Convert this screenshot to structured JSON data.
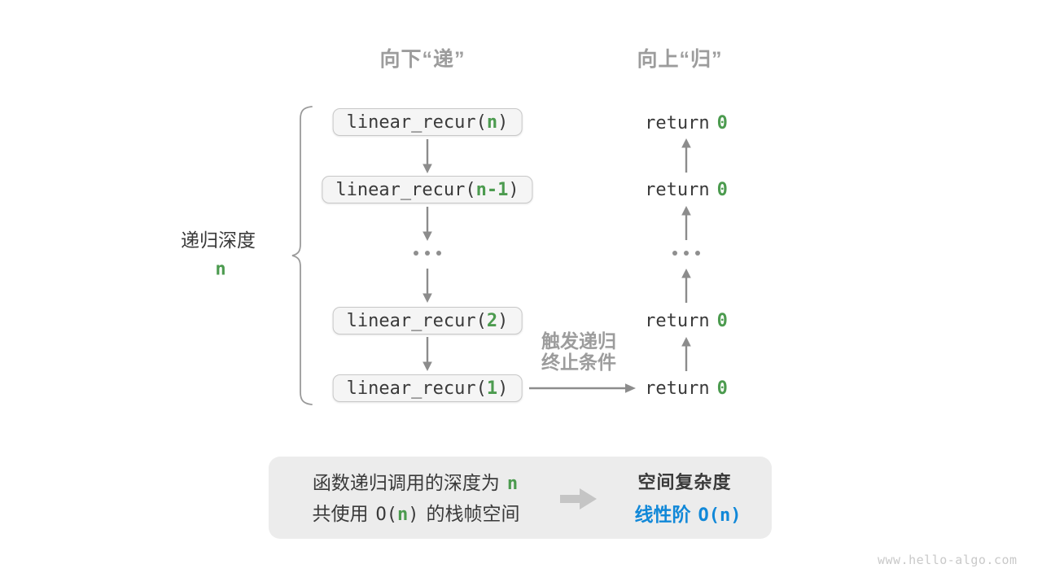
{
  "headers": {
    "down": "向下“递”",
    "up": "向上“归”"
  },
  "depth_brace": {
    "label": "递归深度",
    "value": "n"
  },
  "stack": {
    "boxes": [
      {
        "pre": "linear_recur(",
        "arg": "n",
        "post": ")"
      },
      {
        "pre": "linear_recur(",
        "arg": "n-1",
        "post": ")"
      },
      {
        "pre": "linear_recur(",
        "arg": "2",
        "post": ")"
      },
      {
        "pre": "linear_recur(",
        "arg": "1",
        "post": ")"
      }
    ]
  },
  "returns": {
    "items": [
      {
        "pre": "return",
        "val": "0"
      },
      {
        "pre": "return",
        "val": "0"
      },
      {
        "pre": "return",
        "val": "0"
      },
      {
        "pre": "return",
        "val": "0"
      }
    ]
  },
  "base_case": {
    "line1": "触发递归",
    "line2": "终止条件"
  },
  "summary": {
    "line1_pre": "函数递归调用的深度为",
    "line1_val": "n",
    "line2_pre": "共使用",
    "line2_o_open": "O(",
    "line2_val": "n",
    "line2_o_close": ")",
    "line2_post": "的栈帧空间",
    "title": "空间复杂度",
    "result_pre": "线性阶",
    "result_o_open": "O(",
    "result_val": "n",
    "result_o_close": ")"
  },
  "watermark": "www.hello-algo.com",
  "colors": {
    "green": "#4c9b4f",
    "blue": "#1188d8",
    "gray_text": "#9c9c9c",
    "dark_text": "#3a3a3a",
    "arrow": "#8c8c8c",
    "box_bg": "#f5f5f5",
    "box_border": "#c8c8c8",
    "panel_bg": "#ececec",
    "brace": "#9a9a9a",
    "block_arrow": "#c5c5c5"
  }
}
